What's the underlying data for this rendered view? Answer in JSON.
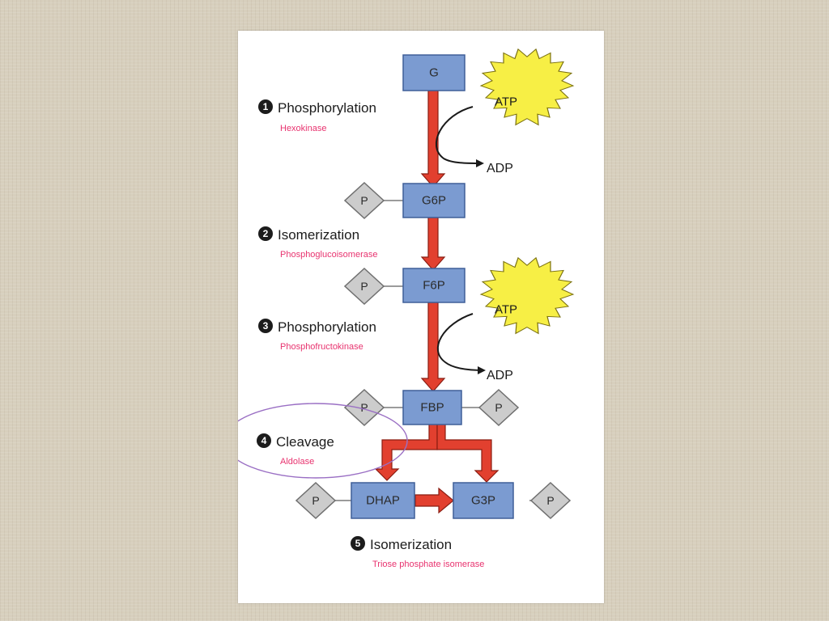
{
  "pathway": {
    "nodes": {
      "g": "G",
      "g6p": "G6P",
      "f6p": "F6P",
      "fbp": "FBP",
      "dhap": "DHAP",
      "g3p": "G3P"
    },
    "phosphate_label": "P",
    "atp_label": "ATP",
    "adp_label": "ADP"
  },
  "steps": [
    {
      "number": "1",
      "title": "Phosphorylation",
      "enzyme": "Hexokinase"
    },
    {
      "number": "2",
      "title": "Isomerization",
      "enzyme": "Phosphoglucoisomerase"
    },
    {
      "number": "3",
      "title": "Phosphorylation",
      "enzyme": "Phosphofructokinase"
    },
    {
      "number": "4",
      "title": "Cleavage",
      "enzyme": "Aldolase"
    },
    {
      "number": "5",
      "title": "Isomerization",
      "enzyme": "Triose phosphate isomerase"
    }
  ],
  "colors": {
    "node_fill": "#7b9bd1",
    "node_border": "#3f5f98",
    "phosphate_fill": "#cccccc",
    "arrow_fill": "#e2402f",
    "arrow_outline": "#8a1d12",
    "atp_fill": "#f7ef45",
    "enzyme_text": "#e8336f",
    "highlight_ellipse": "#9a6fc4"
  }
}
